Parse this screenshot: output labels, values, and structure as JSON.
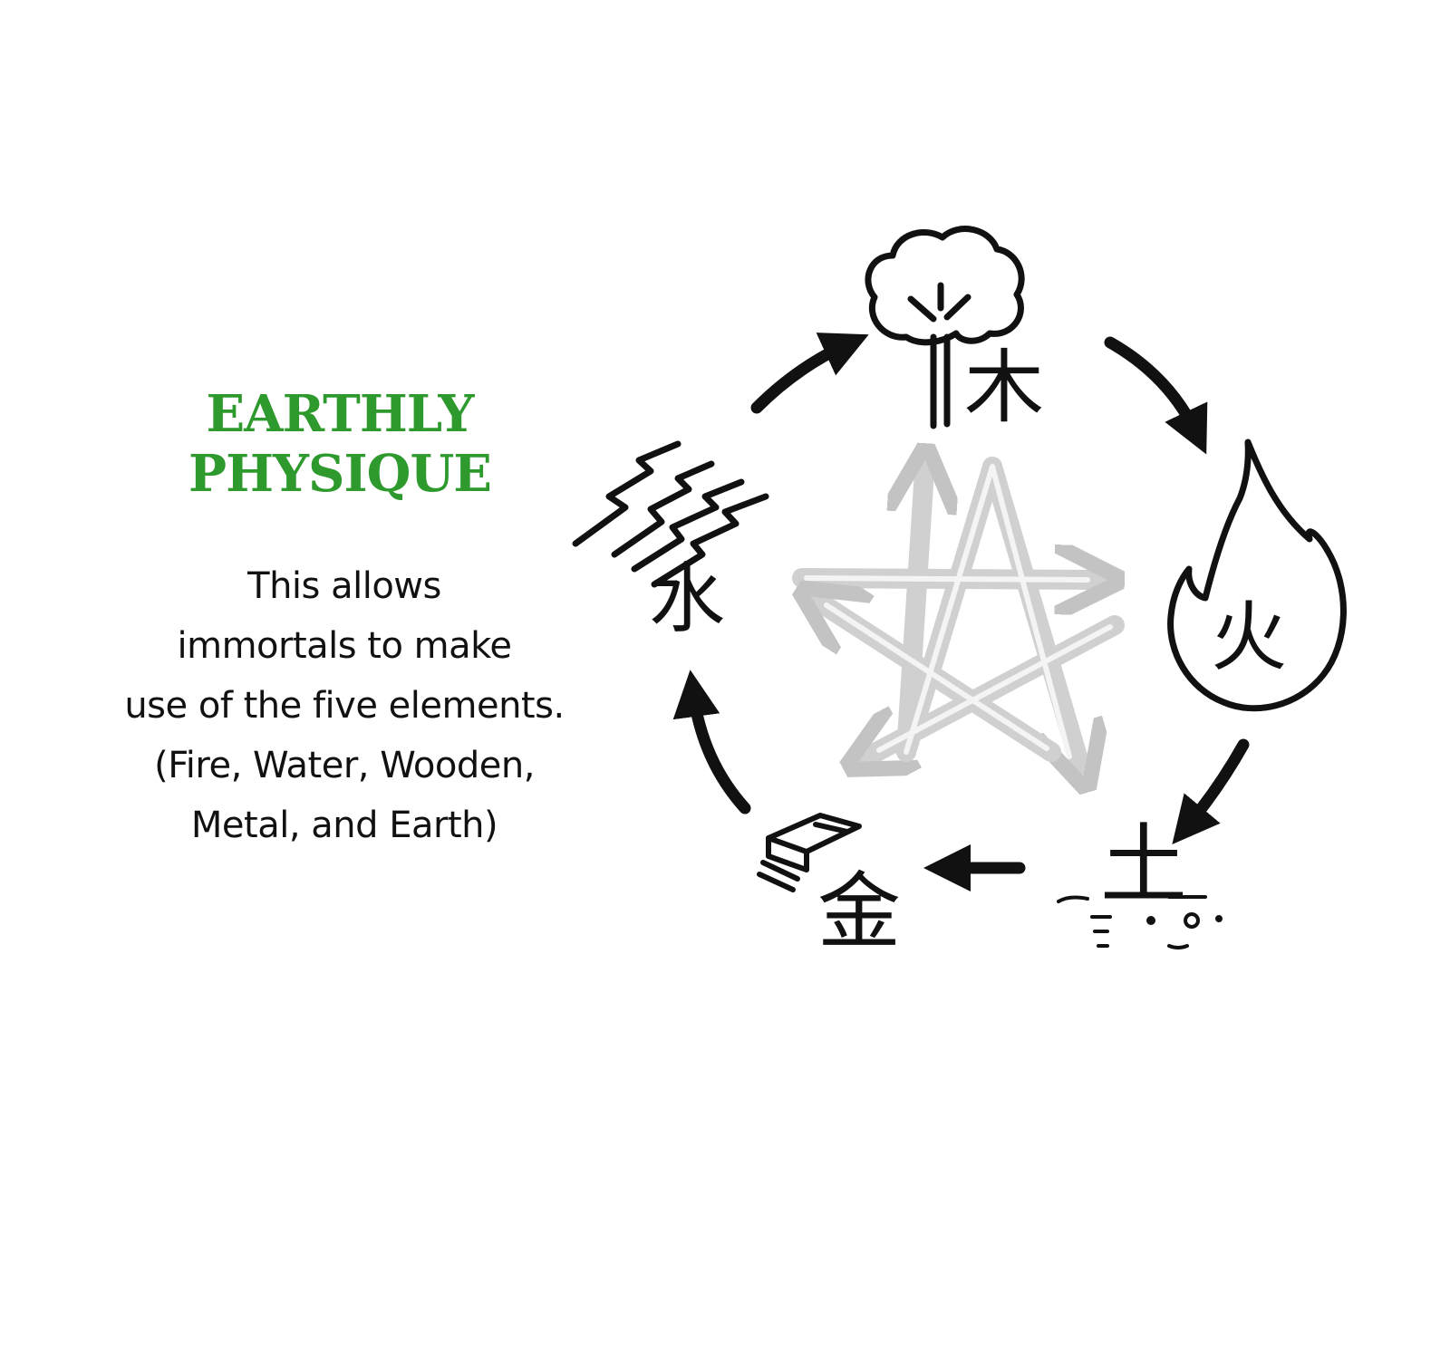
{
  "title": {
    "line1": "EARTHLY",
    "line2": "PHYSIQUE"
  },
  "description": {
    "line1": "This allows",
    "line2": "immortals to make",
    "line3": "use of the five elements.",
    "line4": "(Fire, Water, Wooden,",
    "line5": "Metal, and Earth)"
  },
  "elements": {
    "wood": {
      "glyph": "木",
      "icon": "tree-icon"
    },
    "fire": {
      "glyph": "火",
      "icon": "flame-icon"
    },
    "earth": {
      "glyph": "土",
      "icon": "soil-icon"
    },
    "metal": {
      "glyph": "金",
      "icon": "ingot-icon"
    },
    "water": {
      "glyph": "水",
      "icon": "waves-icon"
    }
  },
  "colors": {
    "title": "#2e9a2e",
    "ink": "#111111",
    "star": "#c8c8c8"
  }
}
